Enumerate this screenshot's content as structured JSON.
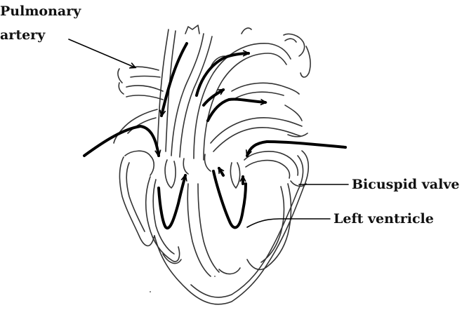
{
  "labels": {
    "pulmonary_artery_line1": "Pulmonary",
    "pulmonary_artery_line2": "artery",
    "bicuspid_valve": "Bicuspid valve",
    "left_ventricle": "Left ventricle"
  },
  "colors": {
    "outline": "#333333",
    "arrow": "#000000",
    "text": "#111111",
    "background": "#ffffff"
  }
}
